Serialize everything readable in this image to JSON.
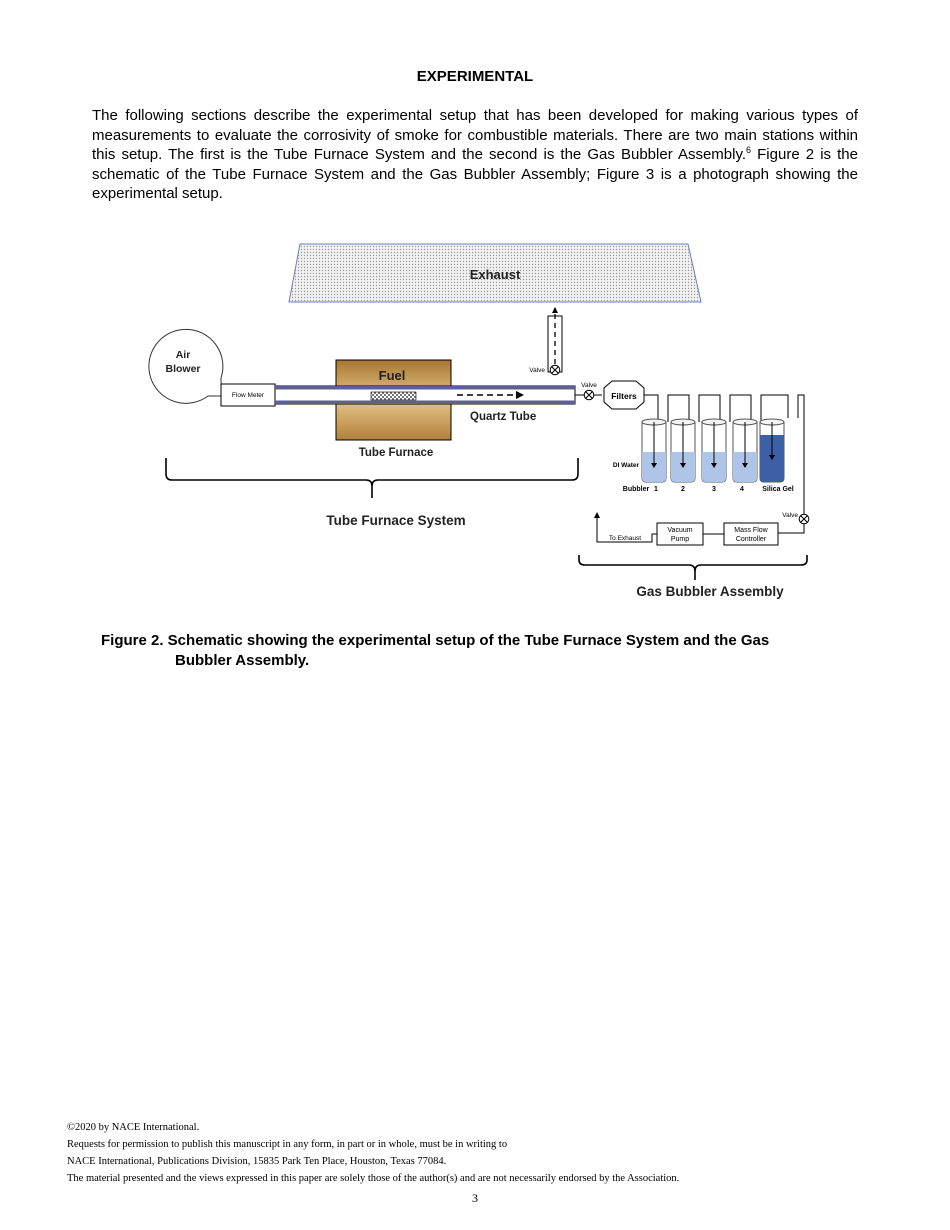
{
  "section": {
    "heading": "EXPERIMENTAL",
    "paragraph_part1": "The following sections describe the experimental setup that has been developed for making various types of measurements to evaluate the corrosivity of smoke for combustible materials. There are two main stations within this setup. The first is the Tube Furnace System and the second is the Gas Bubbler Assembly.",
    "citation_ref": "6",
    "paragraph_part2": " Figure 2 is the schematic of the Tube Furnace System and the Gas Bubbler Assembly; Figure 3 is a photograph showing the experimental setup."
  },
  "figure": {
    "labels": {
      "exhaust": "Exhaust",
      "air": "Air",
      "blower": "Blower",
      "flow_meter": "Flow Meter",
      "fuel": "Fuel",
      "quartz_tube": "Quartz Tube",
      "tube_furnace": "Tube Furnace",
      "valve_top": "Valve",
      "valve_mid": "Valve",
      "valve_right": "Valve",
      "filters": "Filters",
      "di_water": "DI Water",
      "bubbler": "Bubbler",
      "bubbler_1": "1",
      "bubbler_2": "2",
      "bubbler_3": "3",
      "bubbler_4": "4",
      "silica_gel": "Silica Gel",
      "to_exhaust": "To Exhaust",
      "vacuum": "Vacuum",
      "pump": "Pump",
      "mass_flow": "Mass Flow",
      "controller": "Controller",
      "tube_furnace_system": "Tube Furnace System",
      "gas_bubbler_assembly": "Gas Bubbler Assembly"
    },
    "caption_line1": "Figure 2. Schematic showing the experimental setup of the Tube Furnace System and the Gas",
    "caption_line2": "Bubbler Assembly."
  },
  "footer": {
    "copyright": "©2020 by NACE International.",
    "permission": "Requests for permission to publish this manuscript in any form, in part or in whole, must be in writing to",
    "address": "NACE International, Publications Division, 15835 Park Ten Place, Houston, Texas 77084.",
    "disclaimer": "The material presented and the views expressed in this paper are solely those of the author(s) and are not necessarily endorsed by the Association."
  },
  "page_number": "3",
  "colors": {
    "tube_purple": "#5f5f95",
    "furnace_gold": "#c79a52",
    "water_light": "#aec5e8",
    "silica_dark": "#3c5fa5"
  }
}
